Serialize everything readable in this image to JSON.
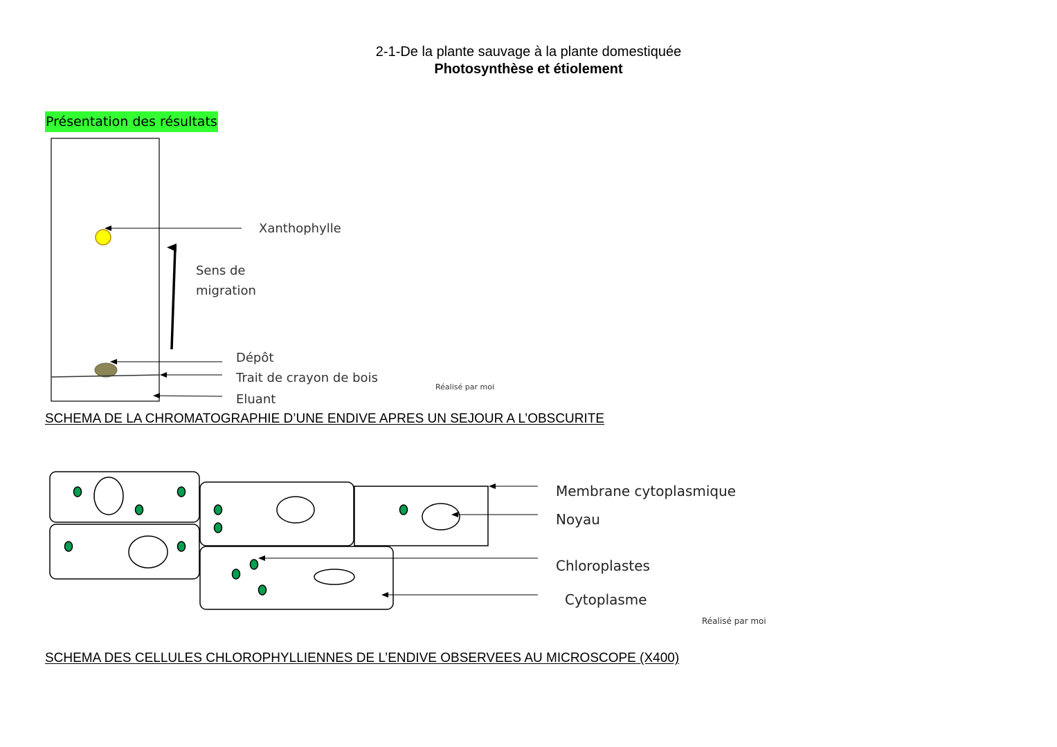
{
  "header": {
    "section_title": "2-1-De la plante sauvage à la plante domestiquée",
    "subtitle": "Photosynthèse et étiolement"
  },
  "results_heading": "Présentation des résultats",
  "chromatography": {
    "labels": {
      "xanthophylle": "Xanthophylle",
      "sens_line1": "Sens de",
      "sens_line2": "migration",
      "depot": "Dépôt",
      "trait": "Trait  de crayon de bois",
      "eluant": "Eluant"
    },
    "credit": "Réalisé par moi",
    "caption": "SCHEMA DE LA CHROMATOGRAPHIE D’UNE ENDIVE APRES UN SEJOUR A L’OBSCURITE",
    "colors": {
      "xanthophylle": "#ffff00",
      "depot": "#8c8557"
    }
  },
  "cells": {
    "labels": {
      "membrane": "Membrane cytoplasmique",
      "noyau": "Noyau",
      "chloroplastes": "Chloroplastes",
      "cytoplasme": "Cytoplasme"
    },
    "credit": "Réalisé par moi",
    "caption": "SCHEMA DES CELLULES CHLOROPHYLLIENNES DE L’ENDIVE OBSERVEES AU MICROSCOPE (X400)",
    "colors": {
      "chloroplast": "#00a050"
    }
  }
}
